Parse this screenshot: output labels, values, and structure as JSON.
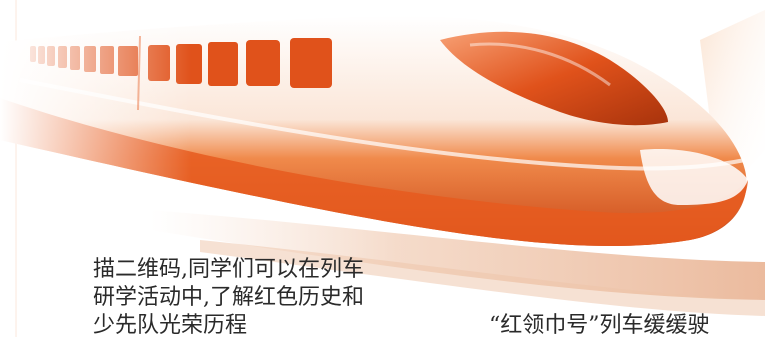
{
  "colors": {
    "accent": "#e65b1f",
    "accent_light": "#f08a4b",
    "accent_dark": "#b03c10",
    "frame": "#e8732e",
    "text": "#2a2a2a"
  },
  "caption": {
    "lines": [
      "描二维码,同学们可以在列车",
      "研学活动中,了解红色历史和",
      "少先队光荣历程"
    ]
  },
  "bottom_text": "“红领巾号”列车缓缓驶"
}
